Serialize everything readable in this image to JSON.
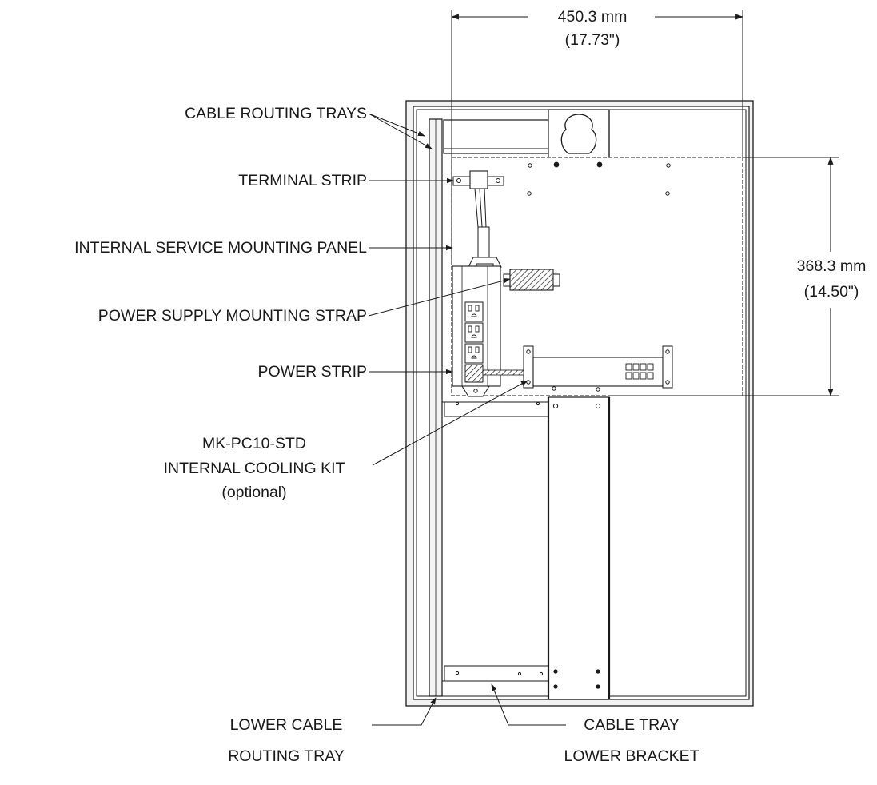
{
  "dimensions": {
    "width_mm": "450.3 mm",
    "width_in": "(17.73\")",
    "height_mm": "368.3 mm",
    "height_in": "(14.50\")"
  },
  "callouts": {
    "cable_routing_trays": "CABLE ROUTING TRAYS",
    "terminal_strip": "TERMINAL STRIP",
    "internal_service_mounting_panel": "INTERNAL SERVICE MOUNTING PANEL",
    "power_supply_mounting_strap": "POWER SUPPLY MOUNTING STRAP",
    "power_strip": "POWER STRIP",
    "cooling_kit_line1": "MK-PC10-STD",
    "cooling_kit_line2": "INTERNAL COOLING KIT",
    "cooling_kit_line3": "(optional)",
    "lower_cable_routing_tray_line1": "LOWER CABLE",
    "lower_cable_routing_tray_line2": "ROUTING TRAY",
    "cable_tray_lower_bracket_line1": "CABLE TRAY",
    "cable_tray_lower_bracket_line2": "LOWER BRACKET"
  },
  "colors": {
    "line": "#1a1a1a",
    "fill_light": "#f0f0f0",
    "fill_mid": "#d9d9d9",
    "background": "#ffffff"
  }
}
